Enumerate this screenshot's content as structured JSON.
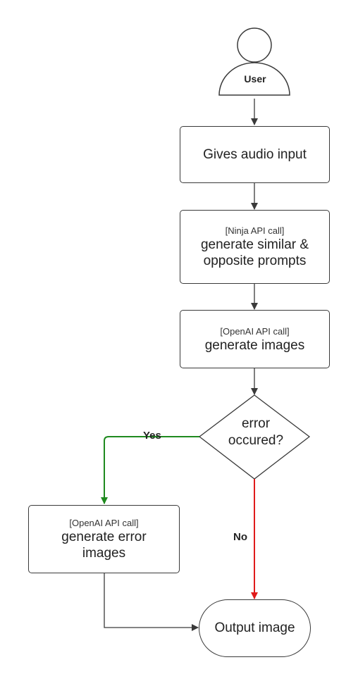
{
  "user": {
    "label": "User"
  },
  "steps": {
    "audio_input": {
      "text": "Gives audio input"
    },
    "prompts": {
      "api": "[Ninja API call]",
      "line1": "generate similar &",
      "line2": "opposite prompts"
    },
    "images": {
      "api": "[OpenAI API call]",
      "line1": "generate images"
    },
    "error_images": {
      "api": "[OpenAI API call]",
      "line1": "generate error",
      "line2": "images"
    }
  },
  "decision": {
    "line1": "error",
    "line2": "occured?"
  },
  "branches": {
    "yes": "Yes",
    "no": "No"
  },
  "output": {
    "text": "Output image"
  },
  "colors": {
    "yes_arrow": "#1f8a1f",
    "no_arrow": "#e01b1b",
    "default_arrow": "#3a3a3a"
  }
}
